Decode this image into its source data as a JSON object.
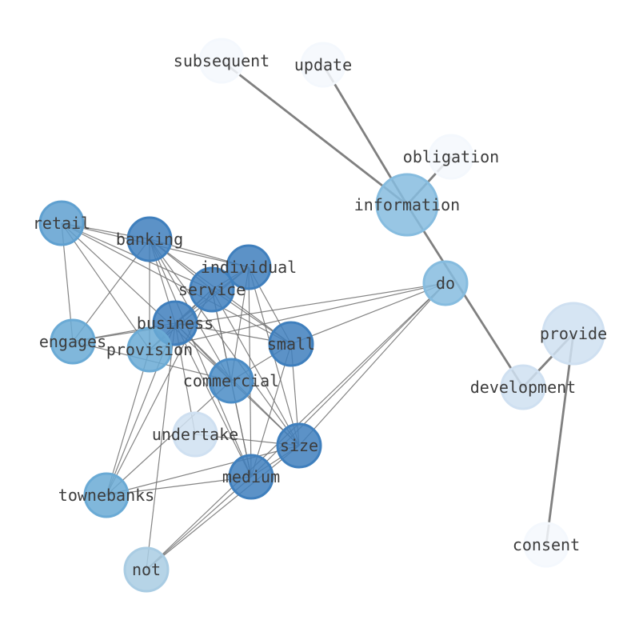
{
  "chart_data": {
    "type": "network",
    "title": "",
    "nodes": [
      {
        "id": "retail",
        "label": "retail",
        "color": "#5fa0d0"
      },
      {
        "id": "banking",
        "label": "banking",
        "color": "#3f7fbd"
      },
      {
        "id": "individual",
        "label": "individual",
        "color": "#3f7fbd"
      },
      {
        "id": "service",
        "label": "service",
        "color": "#3f7fbd"
      },
      {
        "id": "business",
        "label": "business",
        "color": "#3f7fbd"
      },
      {
        "id": "engages",
        "label": "engages",
        "color": "#6aaad5"
      },
      {
        "id": "provision",
        "label": "provision",
        "color": "#6aaad5"
      },
      {
        "id": "small",
        "label": "small",
        "color": "#3f7fbd"
      },
      {
        "id": "commercial",
        "label": "commercial",
        "color": "#4a8cc6"
      },
      {
        "id": "undertake",
        "label": "undertake",
        "color": "#cfe0f1"
      },
      {
        "id": "size",
        "label": "size",
        "color": "#3f7fbd"
      },
      {
        "id": "medium",
        "label": "medium",
        "color": "#3f7fbd"
      },
      {
        "id": "townebanks",
        "label": "townebanks",
        "color": "#6aaad5"
      },
      {
        "id": "not",
        "label": "not",
        "color": "#a9cce3"
      },
      {
        "id": "do",
        "label": "do",
        "color": "#86bcdf"
      },
      {
        "id": "information",
        "label": "information",
        "color": "#86bcdf"
      },
      {
        "id": "subsequent",
        "label": "subsequent",
        "color": "#f4f8fd"
      },
      {
        "id": "update",
        "label": "update",
        "color": "#f4f8fd"
      },
      {
        "id": "obligation",
        "label": "obligation",
        "color": "#f4f8fd"
      },
      {
        "id": "development",
        "label": "development",
        "color": "#cfe0f1"
      },
      {
        "id": "provide",
        "label": "provide",
        "color": "#cfe0f1"
      },
      {
        "id": "consent",
        "label": "consent",
        "color": "#f4f8fd"
      }
    ],
    "edges": [
      [
        "subsequent",
        "information",
        2
      ],
      [
        "update",
        "information",
        2
      ],
      [
        "obligation",
        "information",
        2
      ],
      [
        "information",
        "development",
        2
      ],
      [
        "development",
        "provide",
        2
      ],
      [
        "provide",
        "consent",
        2
      ],
      [
        "retail",
        "banking",
        1
      ],
      [
        "retail",
        "individual",
        1
      ],
      [
        "retail",
        "service",
        1
      ],
      [
        "retail",
        "small",
        1
      ],
      [
        "retail",
        "engages",
        1
      ],
      [
        "retail",
        "commercial",
        1
      ],
      [
        "retail",
        "provision",
        1
      ],
      [
        "banking",
        "individual",
        1
      ],
      [
        "banking",
        "service",
        1
      ],
      [
        "banking",
        "business",
        1
      ],
      [
        "banking",
        "small",
        1
      ],
      [
        "banking",
        "commercial",
        1
      ],
      [
        "banking",
        "size",
        1
      ],
      [
        "banking",
        "medium",
        1
      ],
      [
        "banking",
        "engages",
        1
      ],
      [
        "banking",
        "provision",
        1
      ],
      [
        "individual",
        "service",
        1
      ],
      [
        "individual",
        "business",
        1
      ],
      [
        "individual",
        "small",
        1
      ],
      [
        "individual",
        "commercial",
        1
      ],
      [
        "individual",
        "size",
        1
      ],
      [
        "individual",
        "medium",
        1
      ],
      [
        "individual",
        "provision",
        1
      ],
      [
        "service",
        "business",
        1
      ],
      [
        "service",
        "small",
        1
      ],
      [
        "service",
        "commercial",
        1
      ],
      [
        "service",
        "size",
        1
      ],
      [
        "service",
        "medium",
        1
      ],
      [
        "service",
        "townebanks",
        1
      ],
      [
        "service",
        "provision",
        1
      ],
      [
        "business",
        "small",
        1
      ],
      [
        "business",
        "commercial",
        1
      ],
      [
        "business",
        "size",
        1
      ],
      [
        "business",
        "medium",
        1
      ],
      [
        "business",
        "townebanks",
        1
      ],
      [
        "business",
        "not",
        1
      ],
      [
        "business",
        "undertake",
        1
      ],
      [
        "business",
        "engages",
        1
      ],
      [
        "engages",
        "commercial",
        1
      ],
      [
        "engages",
        "do",
        1
      ],
      [
        "provision",
        "do",
        1
      ],
      [
        "small",
        "do",
        1
      ],
      [
        "size",
        "do",
        1
      ],
      [
        "medium",
        "do",
        1
      ],
      [
        "not",
        "do",
        1
      ],
      [
        "commercial",
        "size",
        1
      ],
      [
        "commercial",
        "medium",
        1
      ],
      [
        "commercial",
        "small",
        1
      ],
      [
        "commercial",
        "townebanks",
        1
      ],
      [
        "provision",
        "townebanks",
        1
      ],
      [
        "small",
        "size",
        1
      ],
      [
        "small",
        "medium",
        1
      ],
      [
        "size",
        "medium",
        1
      ],
      [
        "size",
        "townebanks",
        1
      ],
      [
        "size",
        "undertake",
        1
      ],
      [
        "size",
        "not",
        1
      ],
      [
        "medium",
        "townebanks",
        1
      ],
      [
        "medium",
        "not",
        1
      ]
    ]
  }
}
